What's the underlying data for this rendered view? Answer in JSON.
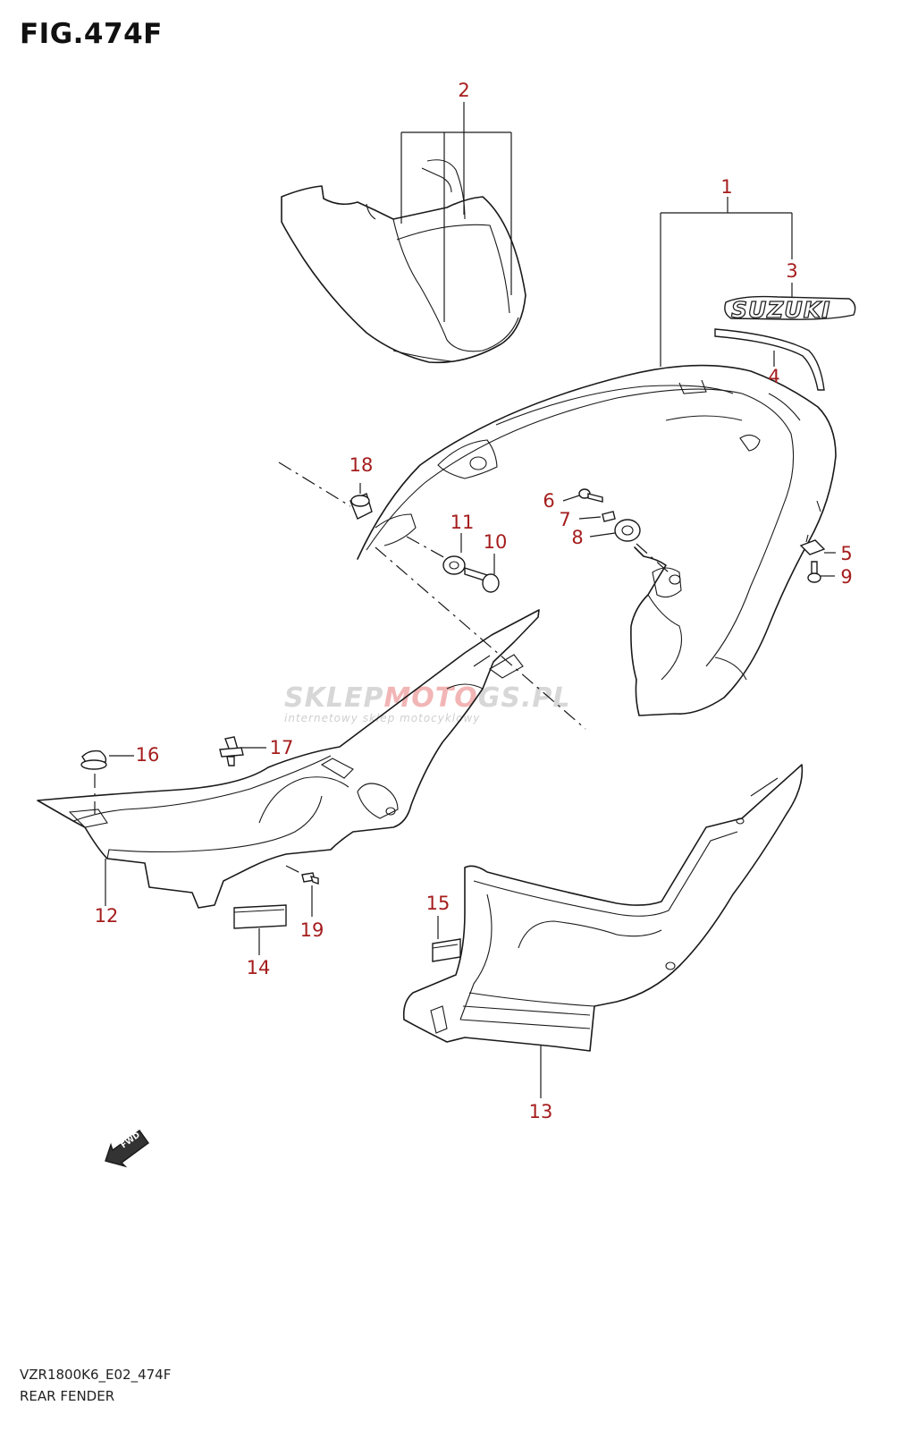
{
  "figure": {
    "title": "FIG.474F",
    "model_code": "VZR1800K6_E02_474F",
    "section_name": "REAR FENDER"
  },
  "callouts": [
    {
      "id": "c1",
      "label": "1"
    },
    {
      "id": "c2",
      "label": "2"
    },
    {
      "id": "c3",
      "label": "3"
    },
    {
      "id": "c4",
      "label": "4"
    },
    {
      "id": "c5",
      "label": "5"
    },
    {
      "id": "c6",
      "label": "6"
    },
    {
      "id": "c7",
      "label": "7"
    },
    {
      "id": "c8",
      "label": "8"
    },
    {
      "id": "c9",
      "label": "9"
    },
    {
      "id": "c10",
      "label": "10"
    },
    {
      "id": "c11",
      "label": "11"
    },
    {
      "id": "c12",
      "label": "12"
    },
    {
      "id": "c13",
      "label": "13"
    },
    {
      "id": "c14",
      "label": "14"
    },
    {
      "id": "c15",
      "label": "15"
    },
    {
      "id": "c16",
      "label": "16"
    },
    {
      "id": "c17",
      "label": "17"
    },
    {
      "id": "c18",
      "label": "18"
    },
    {
      "id": "c19",
      "label": "19"
    }
  ],
  "emblem_text": "SUZUKI",
  "fwd_label": "FWD",
  "watermark": {
    "brand_left": "SKLEP",
    "brand_accent": "MOTO",
    "brand_right": "GS.PL",
    "tagline": "internetowy sklep motocyklowy"
  },
  "colors": {
    "callout": "#a51d1d",
    "line": "#1a1a1a",
    "watermark_gray": "#d7d7d7",
    "watermark_red": "#f2b5b5"
  }
}
